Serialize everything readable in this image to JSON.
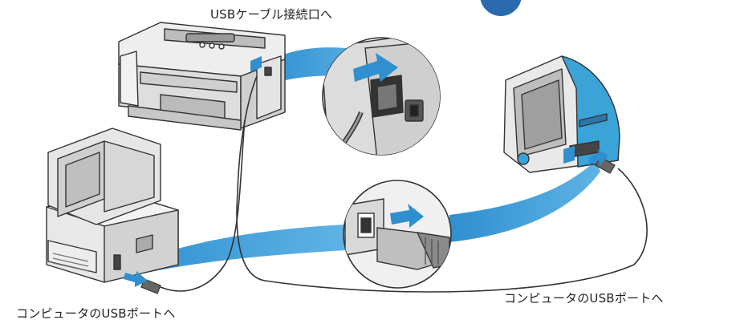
{
  "labels": {
    "printer_port": "USBケーブル接続口へ",
    "pc_port": "コンピュータのUSBポートへ",
    "mac_port": "コンピュータのUSBポートへ"
  },
  "colors": {
    "accent_blue": "#2f8fcf",
    "device_gray": "#d8d8d8",
    "outline": "#333333",
    "imac_blue": "#3aa3d8"
  },
  "icons": [
    "printer",
    "pc-computer",
    "imac-computer",
    "usb-plug",
    "usb-port",
    "insert-arrow"
  ]
}
